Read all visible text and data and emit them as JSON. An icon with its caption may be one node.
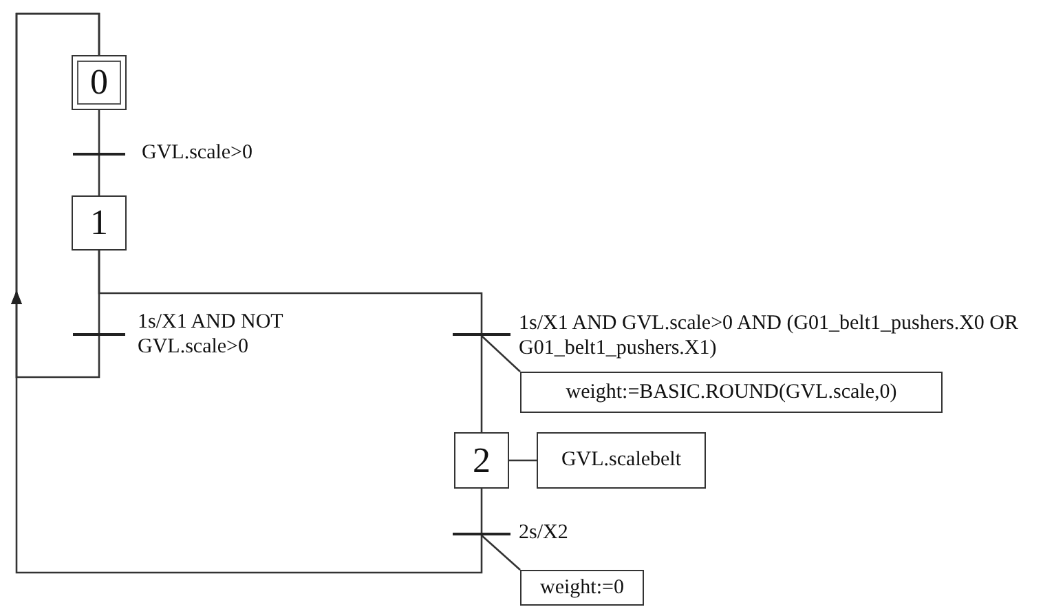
{
  "diagram": {
    "nodes": [
      {
        "text": [
          "0"
        ]
      },
      {
        "text": [],
        "shape": "bar",
        "beside": [
          "GVL.scale>0"
        ]
      },
      {
        "text": [
          "1"
        ]
      },
      {
        "text": [],
        "shape": "bar",
        "beside": [
          "1s/X1 AND NOT GVL.scale>0"
        ]
      },
      {
        "text": [],
        "shape": "bar",
        "beside": [
          "1s/X1 AND GVL.scale>0 AND (G01_belt1_pushers.X0 OR G01_belt1_pushers.X1)"
        ]
      },
      {
        "text": [
          "weight:=BASIC.ROUND(GVL.scale,0)"
        ]
      },
      {
        "text": [
          "2"
        ]
      },
      {
        "text": [
          "GVL.scalebelt"
        ]
      },
      {
        "text": [],
        "shape": "bar",
        "beside": [
          "2s/X2"
        ]
      },
      {
        "text": [
          "weight:=0"
        ]
      }
    ],
    "edges": [
      {
        "from": 0,
        "to": 1,
        "arrow": "none"
      },
      {
        "from": 1,
        "to": 2,
        "arrow": "none"
      },
      {
        "from": 2,
        "to": 3,
        "arrow": "none"
      },
      {
        "from": 3,
        "to": 0,
        "arrow": "to"
      },
      {
        "from": 2,
        "to": 4,
        "arrow": "none"
      },
      {
        "from": 4,
        "to": 6,
        "arrow": "none"
      },
      {
        "from": 4,
        "to": 5,
        "arrow": "none"
      },
      {
        "from": 6,
        "to": 7,
        "arrow": "none"
      },
      {
        "from": 6,
        "to": 8,
        "arrow": "none"
      },
      {
        "from": 8,
        "to": 0,
        "arrow": "to"
      },
      {
        "from": 8,
        "to": 9,
        "arrow": "none"
      }
    ]
  }
}
